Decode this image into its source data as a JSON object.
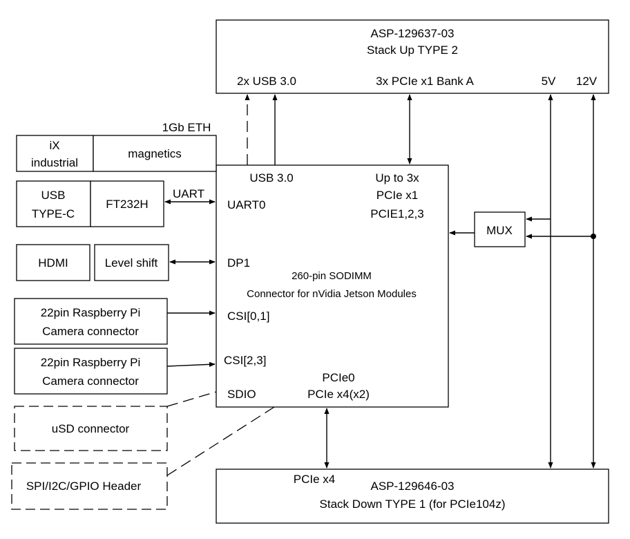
{
  "stack_up": {
    "part": "ASP-129637-03",
    "type": "Stack Up TYPE 2",
    "usb": "2x USB 3.0",
    "pcie": "3x PCIe x1 Bank A",
    "v5": "5V",
    "v12": "12V"
  },
  "stack_down": {
    "part": "ASP-129646-03",
    "type": "Stack Down TYPE 1 (for PCIe104z)",
    "pcie": "PCIe x4"
  },
  "sodimm": {
    "title1": "260-pin SODIMM",
    "title2": "Connector for nVidia Jetson Modules",
    "usb": "USB 3.0",
    "pcie_a": "Up to 3x",
    "pcie_b": "PCIe x1",
    "pcie_c": "PCIE1,2,3",
    "uart": "UART0",
    "dp": "DP1",
    "csi01": "CSI[0,1]",
    "csi23": "CSI[2,3]",
    "sdio": "SDIO",
    "pcie0": "PCIe0",
    "pcie0b": "PCIe x4(x2)"
  },
  "eth": {
    "label": "1Gb ETH",
    "ix1": "iX",
    "ix2": "industrial",
    "magnetics": "magnetics"
  },
  "usbc": {
    "l1": "USB",
    "l2": "TYPE-C"
  },
  "ft232h": "FT232H",
  "uart_label": "UART",
  "hdmi": "HDMI",
  "level_shift": "Level shift",
  "cam1": {
    "l1": "22pin Raspberry Pi",
    "l2": "Camera connector"
  },
  "cam2": {
    "l1": "22pin Raspberry Pi",
    "l2": "Camera connector"
  },
  "usd": "uSD connector",
  "header": "SPI/I2C/GPIO  Header",
  "mux": "MUX"
}
